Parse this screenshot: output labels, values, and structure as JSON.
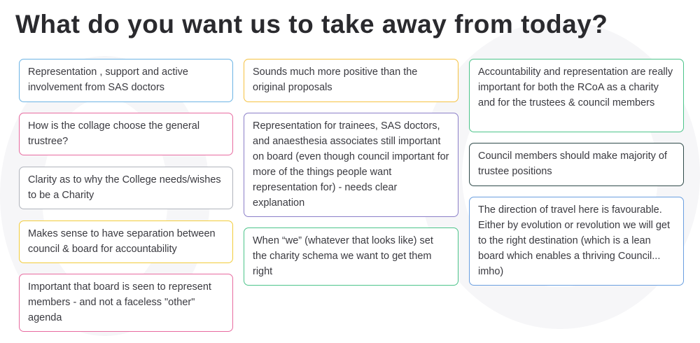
{
  "title": "What do you want us to take away from today?",
  "cards": [
    {
      "text": "Representation , support and active involvement from SAS doctors",
      "color": "#6cb4e4"
    },
    {
      "text": "How is the collage choose the general trustree?",
      "color": "#e86ba0"
    },
    {
      "text": "Clarity as to why the College needs/wishes to be a Charity",
      "color": "#b0b4bc"
    },
    {
      "text": "Makes sense to have separation between council & board for accountability",
      "color": "#f2cc3a"
    },
    {
      "text": "Important that board is seen to represent members - and not a faceless \"other\" agenda",
      "color": "#e86ba0"
    },
    {
      "text": "Sounds much more positive than the original proposals",
      "color": "#f5c242"
    },
    {
      "text": "Representation for trainees, SAS doctors, and anaesthesia associates still important on board (even though council important for more of the things people want representation for) - needs clear explanation",
      "color": "#8b7fc8"
    },
    {
      "text": "When “we” (whatever that looks like) set the charity schema we want to get them right",
      "color": "#4cc48a"
    },
    {
      "text": "Accountability and representation are really important for both the RCoA as a charity and for the trustees & council members",
      "color": "#4cc48a"
    },
    {
      "text": "Council members should make majority of trustee positions",
      "color": "#2f4a4a"
    },
    {
      "text": "The direction of travel here is favourable. Either by evolution or revolution we will get to the right destination (which is a lean board which enables a thriving Council... imho)",
      "color": "#6a9fe0"
    }
  ]
}
